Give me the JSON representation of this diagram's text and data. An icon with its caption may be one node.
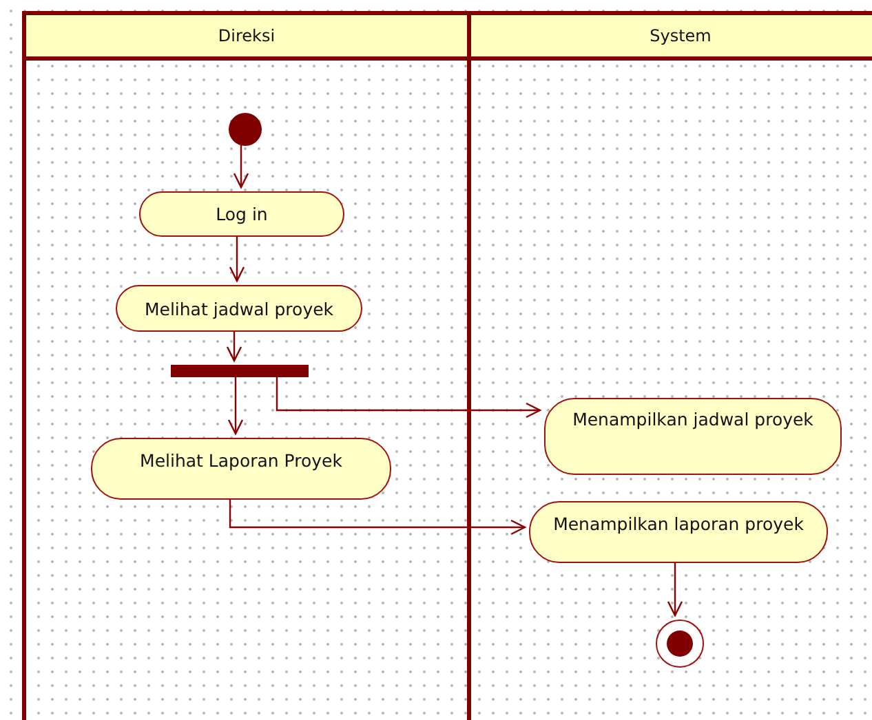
{
  "diagram": {
    "nodes": [
      {
        "text": [
          "Direksi"
        ]
      },
      {
        "text": [
          "System"
        ]
      },
      {
        "text": [],
        "shape": "circle",
        "in": 0
      },
      {
        "text": [
          "Log in"
        ],
        "in": 0
      },
      {
        "text": [
          "Melihat jadwal proyek"
        ],
        "in": 0
      },
      {
        "text": [],
        "shape": "bar",
        "in": 0
      },
      {
        "text": [
          "Melihat Laporan Proyek"
        ],
        "in": 0
      },
      {
        "text": [
          "Menampilkan jadwal proyek"
        ],
        "in": 1
      },
      {
        "text": [
          "Menampilkan laporan proyek"
        ],
        "in": 1
      },
      {
        "text": [],
        "shape": "circle",
        "in": 1
      }
    ],
    "edges": [
      {
        "from": 2,
        "to": 3,
        "arrow": "to"
      },
      {
        "from": 3,
        "to": 4,
        "arrow": "to"
      },
      {
        "from": 4,
        "to": 5,
        "arrow": "to"
      },
      {
        "from": 5,
        "to": 6,
        "arrow": "to"
      },
      {
        "from": 5,
        "to": 7,
        "arrow": "to"
      },
      {
        "from": 6,
        "to": 8,
        "arrow": "to"
      },
      {
        "from": 8,
        "to": 9,
        "arrow": "to"
      }
    ]
  }
}
